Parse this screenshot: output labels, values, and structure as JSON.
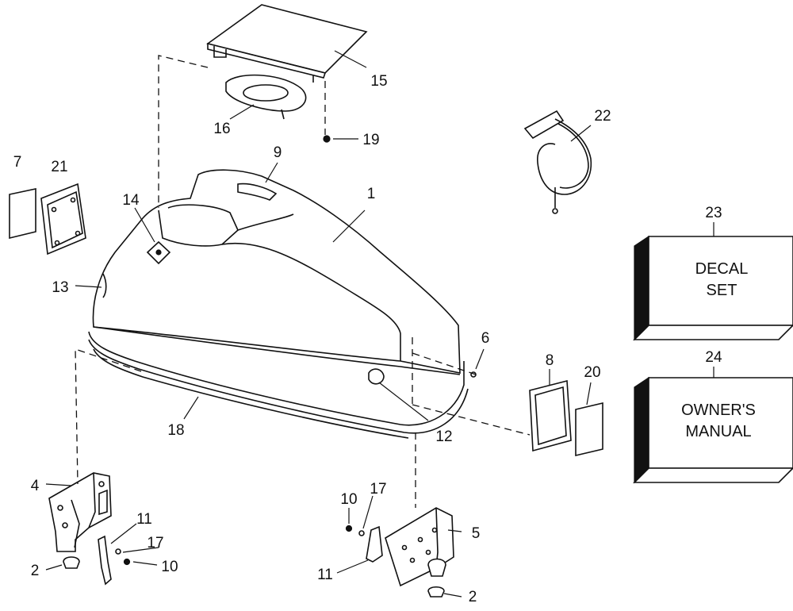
{
  "callouts": {
    "c1": "1",
    "c2a": "2",
    "c2b": "2",
    "c4": "4",
    "c5": "5",
    "c6": "6",
    "c7": "7",
    "c8": "8",
    "c9": "9",
    "c10a": "10",
    "c10b": "10",
    "c11a": "11",
    "c11b": "11",
    "c12": "12",
    "c13": "13",
    "c14": "14",
    "c15": "15",
    "c16": "16",
    "c17a": "17",
    "c17b": "17",
    "c18": "18",
    "c19": "19",
    "c20": "20",
    "c21": "21",
    "c22": "22",
    "c23": "23",
    "c24": "24"
  },
  "boxes": {
    "decal_line1": "DECAL",
    "decal_line2": "SET",
    "manual_line1": "OWNER'S",
    "manual_line2": "MANUAL"
  }
}
